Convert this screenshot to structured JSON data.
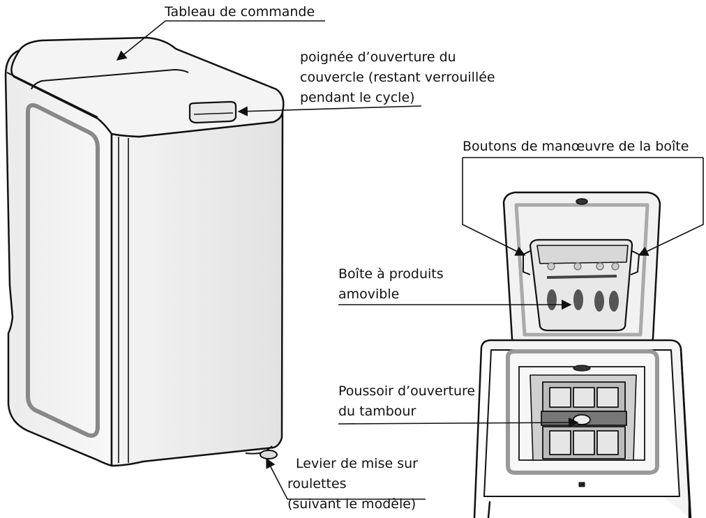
{
  "labels": {
    "control_panel": "Tableau de commande",
    "lid_handle": [
      "poignée d’ouverture du",
      "couvercle (restant verrouillée",
      "pendant le cycle)"
    ],
    "box_buttons": "Boutons de manœuvre de la boîte",
    "detergent_box": [
      "Boîte à produits",
      "amovible"
    ],
    "drum_push": [
      "Poussoir d’ouverture",
      "du tambour"
    ],
    "wheels_lever": [
      "Levier de mise sur",
      "roulettes",
      "(suivant le modèle)"
    ]
  }
}
